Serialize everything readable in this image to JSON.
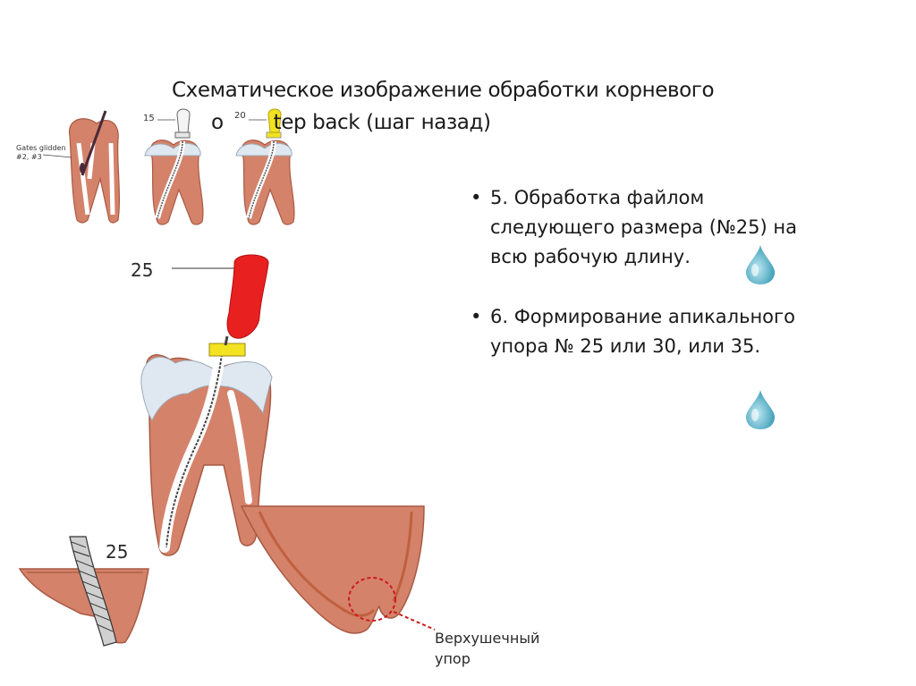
{
  "title": {
    "line1": "Схематическое изображение обработки корневого",
    "line2": "о",
    "line2_tail": "tep back (шаг назад)"
  },
  "bullets": [
    {
      "text_line1": "5. Обработка файлом",
      "text_line2": "следующего размера (№25) на",
      "text_line3": "всю рабочую длину."
    },
    {
      "text_line1": "6. Формирование апикального",
      "text_line2": "упора № 25 или 30, или 35."
    }
  ],
  "labels": {
    "gates": "Gates glidden",
    "gates_nums": "#2, #3",
    "num15": "15",
    "num20": "20",
    "file_main": "25",
    "file_small": "25",
    "caption_line1": "Верхушечный",
    "caption_line2": "упор"
  },
  "icons": {
    "drop_bullet_1": "water-drop-icon",
    "drop_bullet_2": "water-drop-icon"
  },
  "colors": {
    "dentin": "#d4826a",
    "canal": "#ffffff",
    "enamel": "#dfe8f0",
    "handle_red": "#e82020",
    "stopper_yellow": "#f2e21f",
    "drop_blue": "#5bb3c9",
    "stop_circle": "#cc1a1a"
  }
}
